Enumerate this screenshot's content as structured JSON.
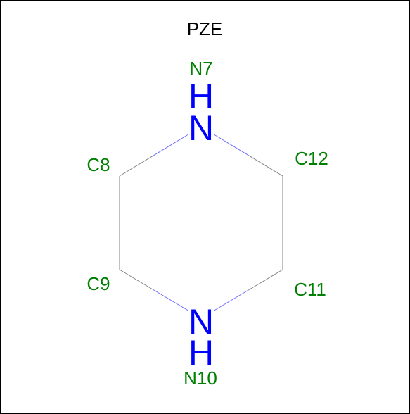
{
  "molecule": {
    "title": "PZE",
    "colors": {
      "label": "#008000",
      "nitrogen": "#0000FF",
      "carbon_bond": "#808080",
      "nitrogen_bond": "#6b6bff",
      "frame": "#000000"
    },
    "atoms": [
      {
        "id": "N7",
        "element": "N",
        "label": "N7",
        "symbol": "N",
        "hydrogen": "H"
      },
      {
        "id": "C8",
        "element": "C",
        "label": "C8"
      },
      {
        "id": "C9",
        "element": "C",
        "label": "C9"
      },
      {
        "id": "N10",
        "element": "N",
        "label": "N10",
        "symbol": "N",
        "hydrogen": "H"
      },
      {
        "id": "C11",
        "element": "C",
        "label": "C11"
      },
      {
        "id": "C12",
        "element": "C",
        "label": "C12"
      }
    ],
    "bonds": [
      {
        "from": "N7",
        "to": "C8"
      },
      {
        "from": "C8",
        "to": "C9"
      },
      {
        "from": "C9",
        "to": "N10"
      },
      {
        "from": "N10",
        "to": "C11"
      },
      {
        "from": "C11",
        "to": "C12"
      },
      {
        "from": "C12",
        "to": "N7"
      }
    ]
  }
}
